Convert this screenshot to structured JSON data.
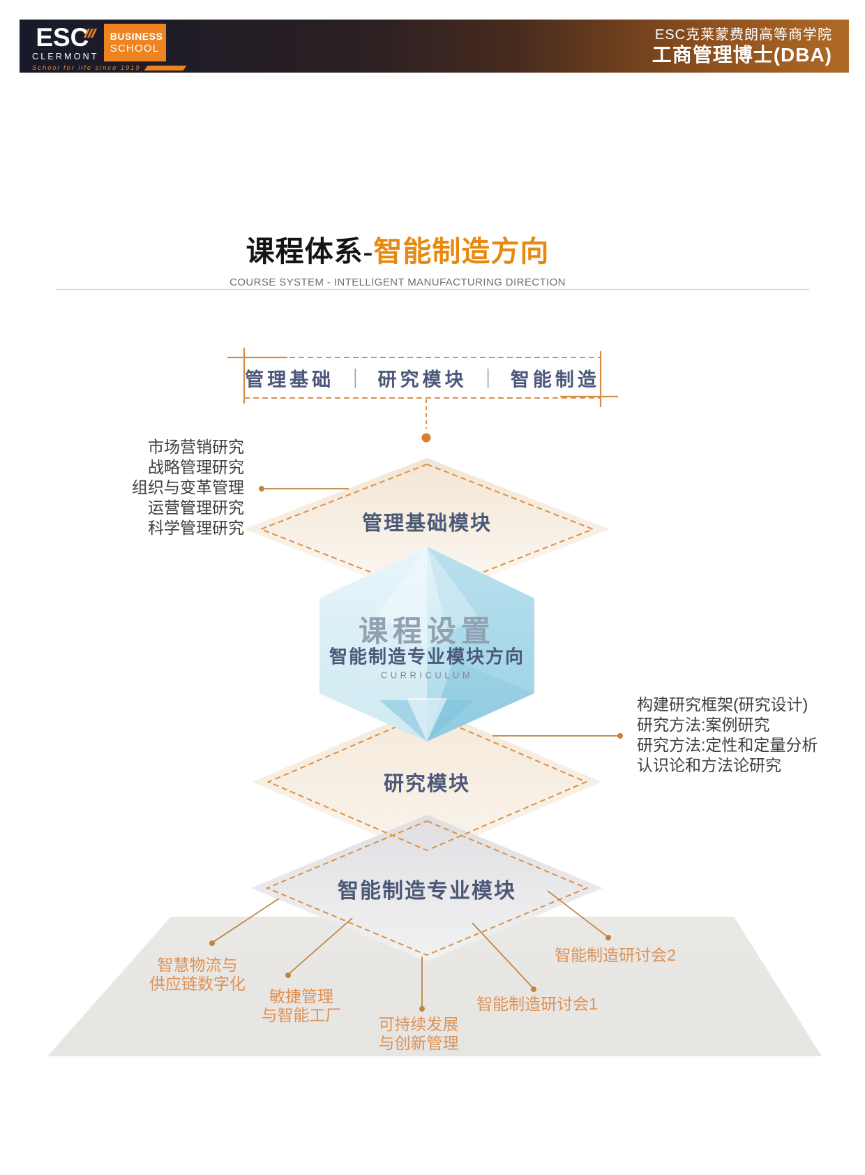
{
  "header": {
    "logo": {
      "esc": "ESC",
      "clermont": "CLERMONT",
      "business": "BUSINESS",
      "school": "SCHOOL",
      "tagline": "School for life since 1919"
    },
    "school_cn": "ESC克莱蒙费朗高等商学院",
    "program_cn": "工商管理博士(DBA)"
  },
  "title": {
    "black": "课程体系-",
    "orange": "智能制造方向",
    "subtitle": "COURSE SYSTEM - INTELLIGENT MANUFACTURING DIRECTION"
  },
  "top_box": {
    "items": [
      "管理基础",
      "研究模块",
      "智能制造"
    ],
    "separator": "│"
  },
  "left_list": {
    "items": [
      "市场营销研究",
      "战略管理研究",
      "组织与变革管理",
      "运营管理研究",
      "科学管理研究"
    ]
  },
  "right_list": {
    "items": [
      "构建研究框架(研究设计)",
      "研究方法:案例研究",
      "研究方法:定性和定量分析",
      "认识论和方法论研究"
    ]
  },
  "pyramid": {
    "level1": "管理基础模块",
    "level2": "研究模块",
    "level3": "智能制造专业模块"
  },
  "crystal": {
    "title": "课程设置",
    "subtitle": "智能制造专业模块方向",
    "caption": "CURRICULUM"
  },
  "bottom_labels": {
    "logistics_line1": "智慧物流与",
    "logistics_line2": "供应链数字化",
    "agile_line1": "敏捷管理",
    "agile_line2": "与智能工厂",
    "sustain_line1": "可持续发展",
    "sustain_line2": "与创新管理",
    "seminar1": "智能制造研讨会1",
    "seminar2": "智能制造研讨会2"
  },
  "colors": {
    "accent_orange": "#D98B45",
    "title_orange": "#E8890F",
    "heading_blue": "#4B5878",
    "label_orange": "#DE9154",
    "logo_orange": "#EE8322",
    "crystal_blue": "#A6D8E8"
  }
}
